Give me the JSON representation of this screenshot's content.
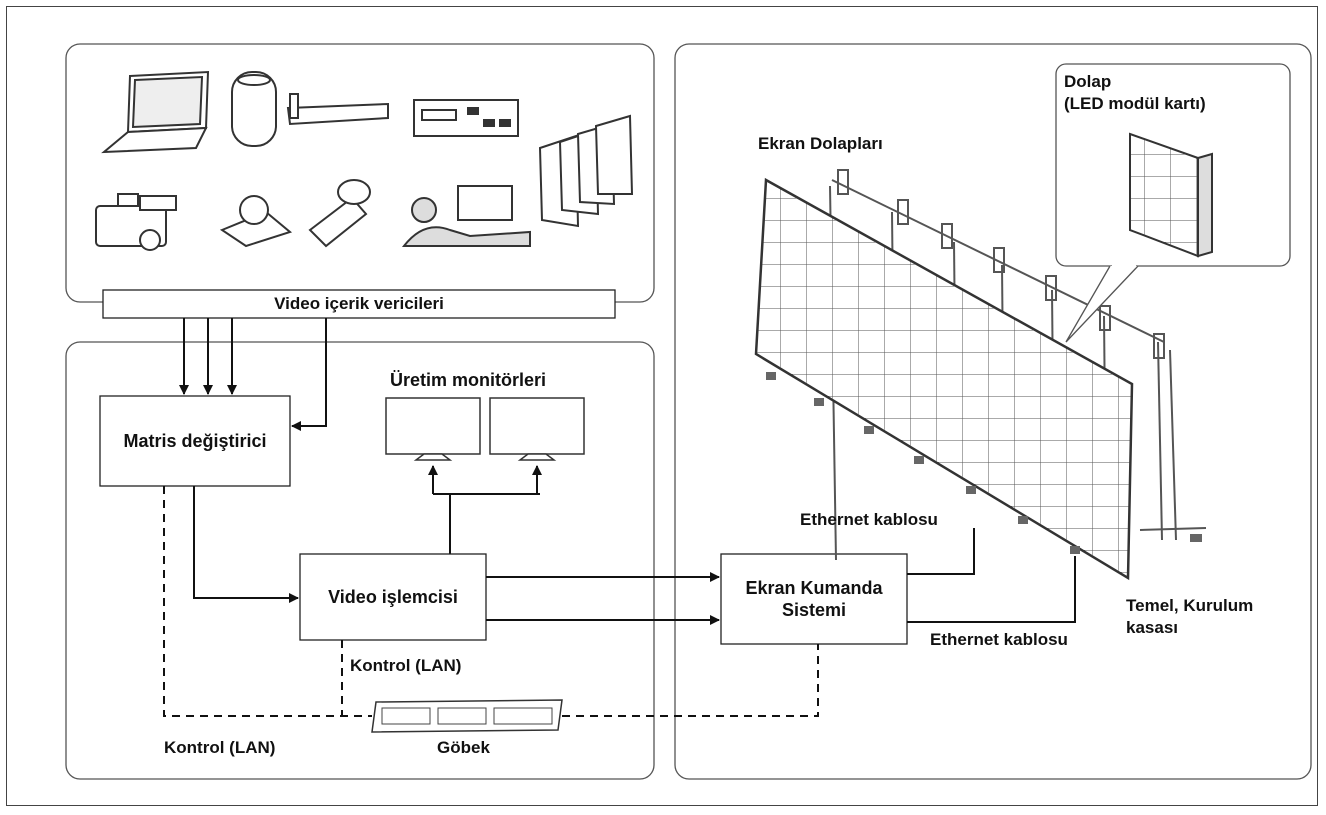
{
  "labels": {
    "video_senders": "Video içerik vericileri",
    "matrix_switcher": "Matris değiştirici",
    "production_monitors": "Üretim monitörleri",
    "video_processor": "Video işlemcisi",
    "control_lan_1": "Kontrol (LAN)",
    "control_lan_2": "Kontrol (LAN)",
    "hub": "Göbek",
    "display_control_system_line1": "Ekran Kumanda",
    "display_control_system_line2": "Sistemi",
    "ethernet_cable_1": "Ethernet kablosu",
    "ethernet_cable_2": "Ethernet kablosu",
    "display_cabinets": "Ekran Dolapları",
    "cabinet_title": "Dolap",
    "cabinet_subtitle": "(LED modül kartı)",
    "base_line1": "Temel, Kurulum",
    "base_line2": "kasası"
  },
  "icons": [
    "laptop-icon",
    "media-server-icon",
    "bluray-player-icon",
    "recorder-deck-icon",
    "server-rack-icon",
    "camcorder-icon",
    "ptz-camera-icon",
    "box-camera-icon",
    "operator-desk-icon"
  ]
}
